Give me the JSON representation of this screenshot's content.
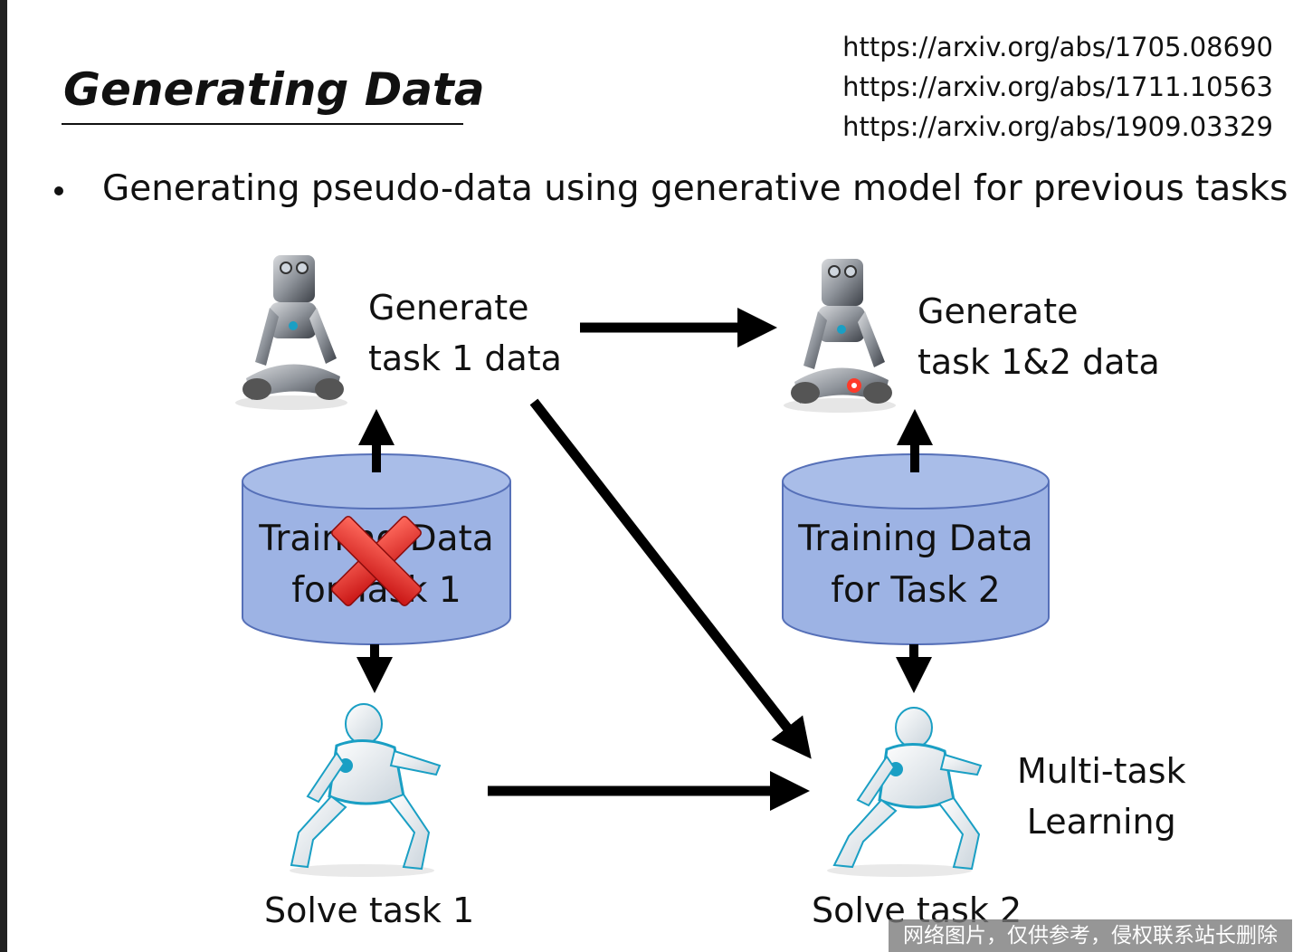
{
  "title": "Generating Data",
  "references": [
    "https://arxiv.org/abs/1705.08690",
    "https://arxiv.org/abs/1711.10563",
    "https://arxiv.org/abs/1909.03329"
  ],
  "bullet": "Generating pseudo-data using generative model for previous tasks",
  "generator_1": {
    "line1": "Generate",
    "line2": "task 1 data"
  },
  "generator_2": {
    "line1": "Generate",
    "line2": "task 1&2 data"
  },
  "data_store_1": {
    "line1": "Training Data",
    "line2": "for Task 1",
    "crossed_out": true
  },
  "data_store_2": {
    "line1": "Training Data",
    "line2": "for Task 2"
  },
  "solver_1": {
    "label": "Solve task 1"
  },
  "solver_2": {
    "label": "Solve task 2"
  },
  "multitask": {
    "line1": "Multi-task",
    "line2": "Learning"
  },
  "watermark": "网络图片，仅供参考，侵权联系站长删除",
  "colors": {
    "cylinder_fill": "#9db3e4",
    "cylinder_stroke": "#5670b8",
    "cross_red": "#e02424",
    "arrow": "#000000",
    "robot_accent": "#1a9fc4"
  }
}
